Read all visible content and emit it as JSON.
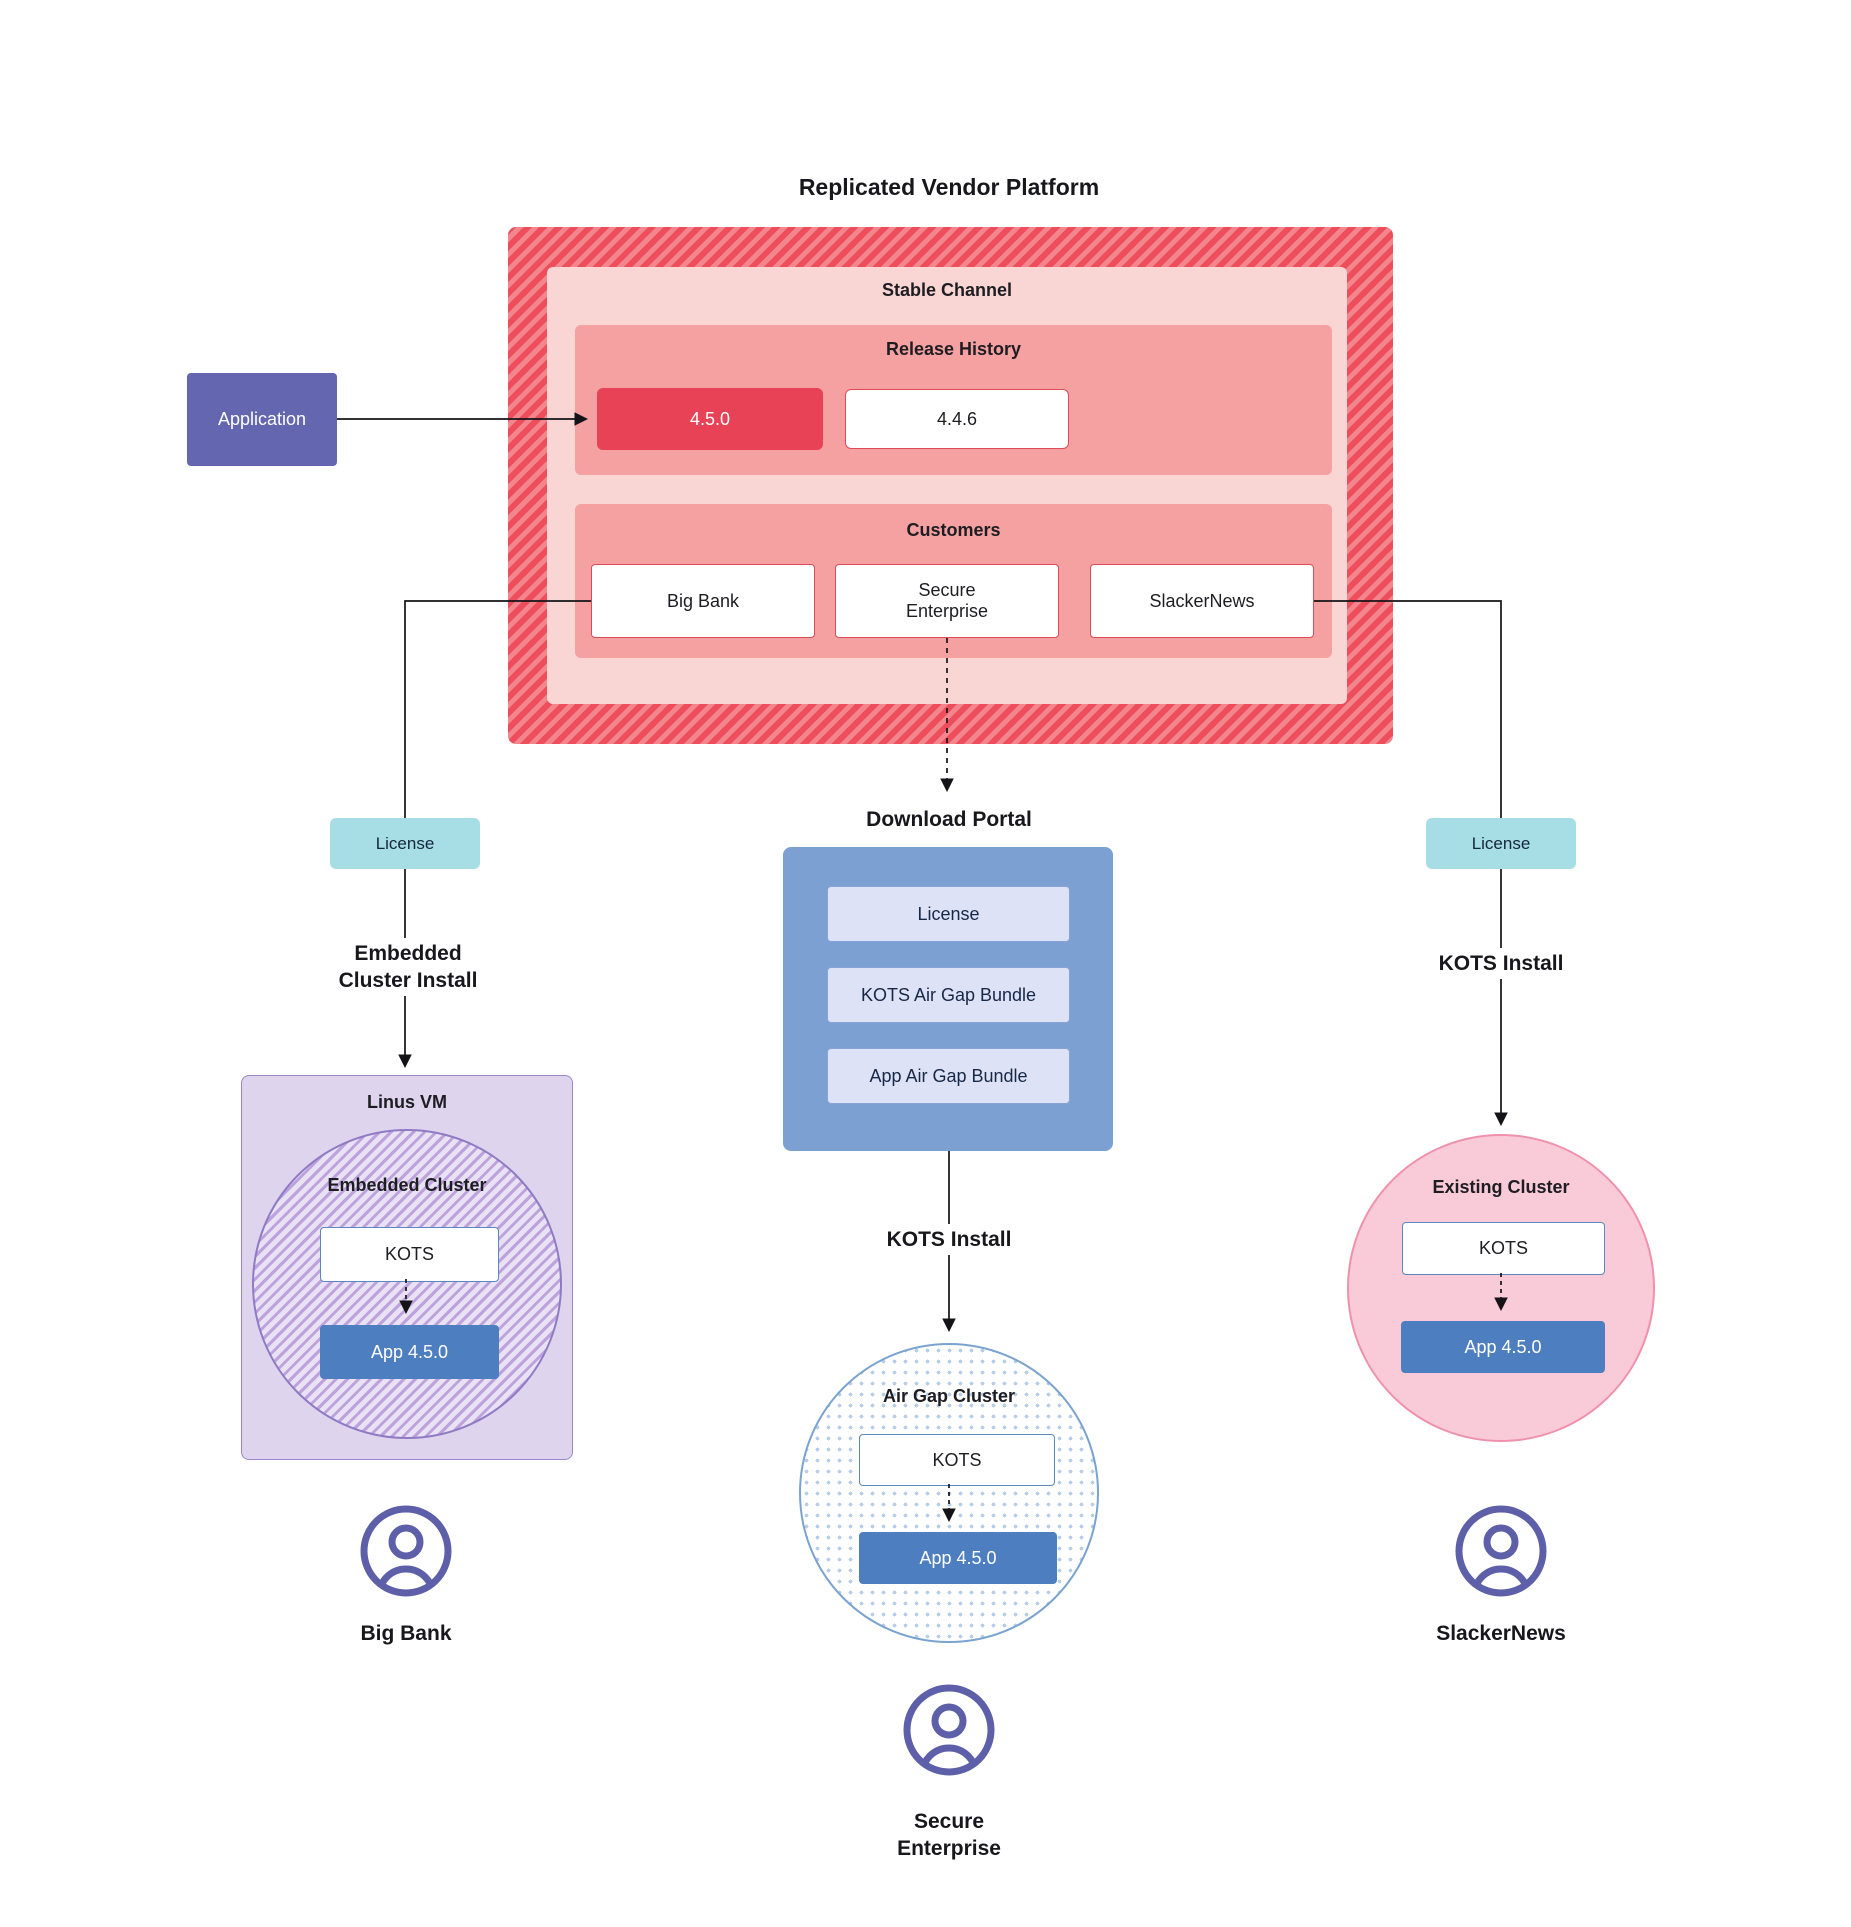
{
  "title": "Replicated Vendor Platform",
  "application": {
    "label": "Application"
  },
  "platform": {
    "stable_channel_label": "Stable Channel",
    "release_history": {
      "label": "Release History",
      "releases": [
        "4.5.0",
        "4.4.6"
      ]
    },
    "customers": {
      "label": "Customers",
      "items": [
        "Big Bank",
        "Secure Enterprise",
        "SlackerNews"
      ]
    }
  },
  "flows": {
    "big_bank": {
      "license_label": "License",
      "install_label": "Embedded Cluster Install",
      "vm_label": "Linus VM",
      "cluster_label": "Embedded Cluster",
      "kots_label": "KOTS",
      "app_label": "App 4.5.0",
      "persona_label": "Big Bank"
    },
    "secure_enterprise": {
      "portal_title": "Download Portal",
      "portal_items": [
        "License",
        "KOTS Air Gap Bundle",
        "App Air Gap Bundle"
      ],
      "install_label": "KOTS Install",
      "cluster_label": "Air Gap Cluster",
      "kots_label": "KOTS",
      "app_label": "App 4.5.0",
      "persona_label": "Secure Enterprise"
    },
    "slackernews": {
      "license_label": "License",
      "install_label": "KOTS Install",
      "cluster_label": "Existing Cluster",
      "kots_label": "KOTS",
      "app_label": "App 4.5.0",
      "persona_label": "SlackerNews"
    }
  },
  "colors": {
    "platform_red": "#ee4e5b",
    "accent_red": "#e74256",
    "application_purple": "#6467af",
    "license_teal": "#a7dee6",
    "portal_blue": "#7da0d3",
    "app_blue": "#4d7fc0",
    "persona_purple": "#5d5fa8"
  }
}
